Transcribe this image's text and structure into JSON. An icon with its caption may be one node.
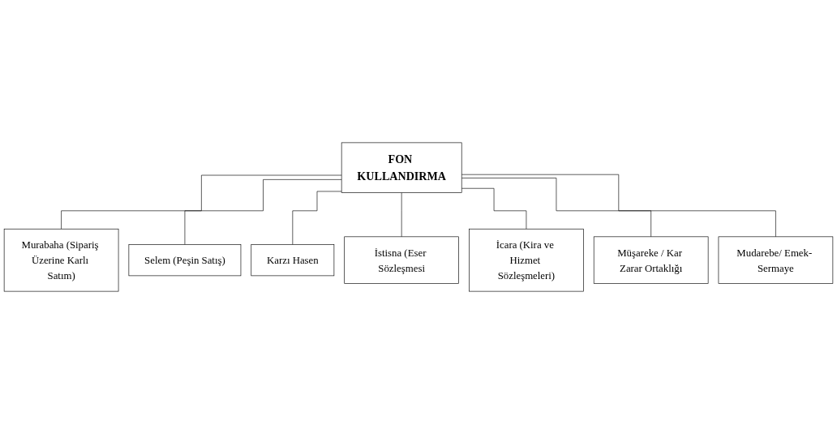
{
  "diagram": {
    "nodes": [
      {
        "text": [
          "FON KULLANDIRMA"
        ]
      },
      {
        "text": [
          "Murabaha (Sipariş Üzerine Karlı Satım)"
        ]
      },
      {
        "text": [
          "Selem (Peşin Satış)"
        ]
      },
      {
        "text": [
          "Karzı Hasen"
        ]
      },
      {
        "text": [
          "İstisna (Eser Sözleşmesi"
        ]
      },
      {
        "text": [
          "İcara (Kira ve Hizmet Sözleşmeleri)"
        ]
      },
      {
        "text": [
          "Müşareke / Kar Zarar Ortaklığı"
        ]
      },
      {
        "text": [
          "Mudarebe/ Emek- Sermaye"
        ]
      }
    ],
    "edges": [
      {
        "from": 0,
        "to": 1,
        "arrow": "none"
      },
      {
        "from": 0,
        "to": 2,
        "arrow": "none"
      },
      {
        "from": 0,
        "to": 3,
        "arrow": "none"
      },
      {
        "from": 0,
        "to": 4,
        "arrow": "none"
      },
      {
        "from": 0,
        "to": 5,
        "arrow": "none"
      },
      {
        "from": 0,
        "to": 6,
        "arrow": "none"
      },
      {
        "from": 0,
        "to": 7,
        "arrow": "none"
      }
    ]
  }
}
